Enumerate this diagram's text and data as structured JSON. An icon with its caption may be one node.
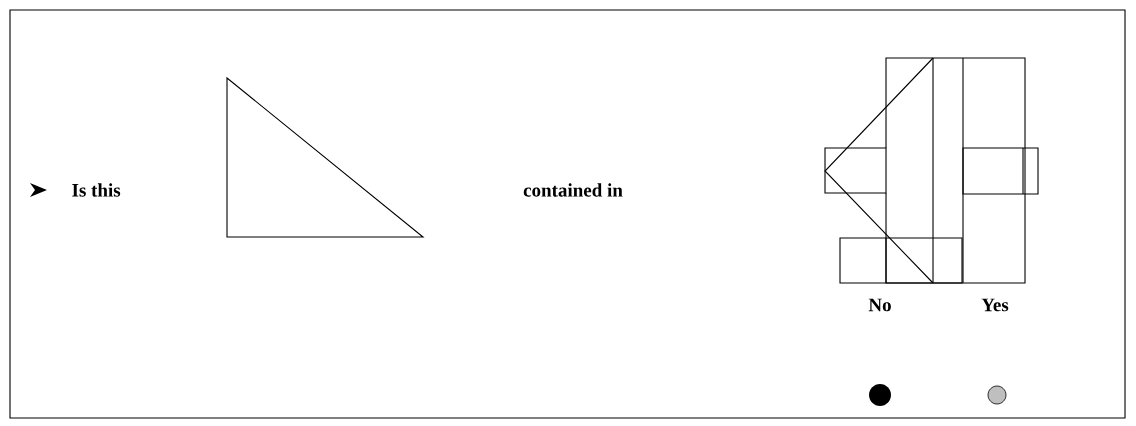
{
  "diagram": {
    "labels": [
      "Is this",
      "contained in",
      "No",
      "Yes"
    ]
  }
}
